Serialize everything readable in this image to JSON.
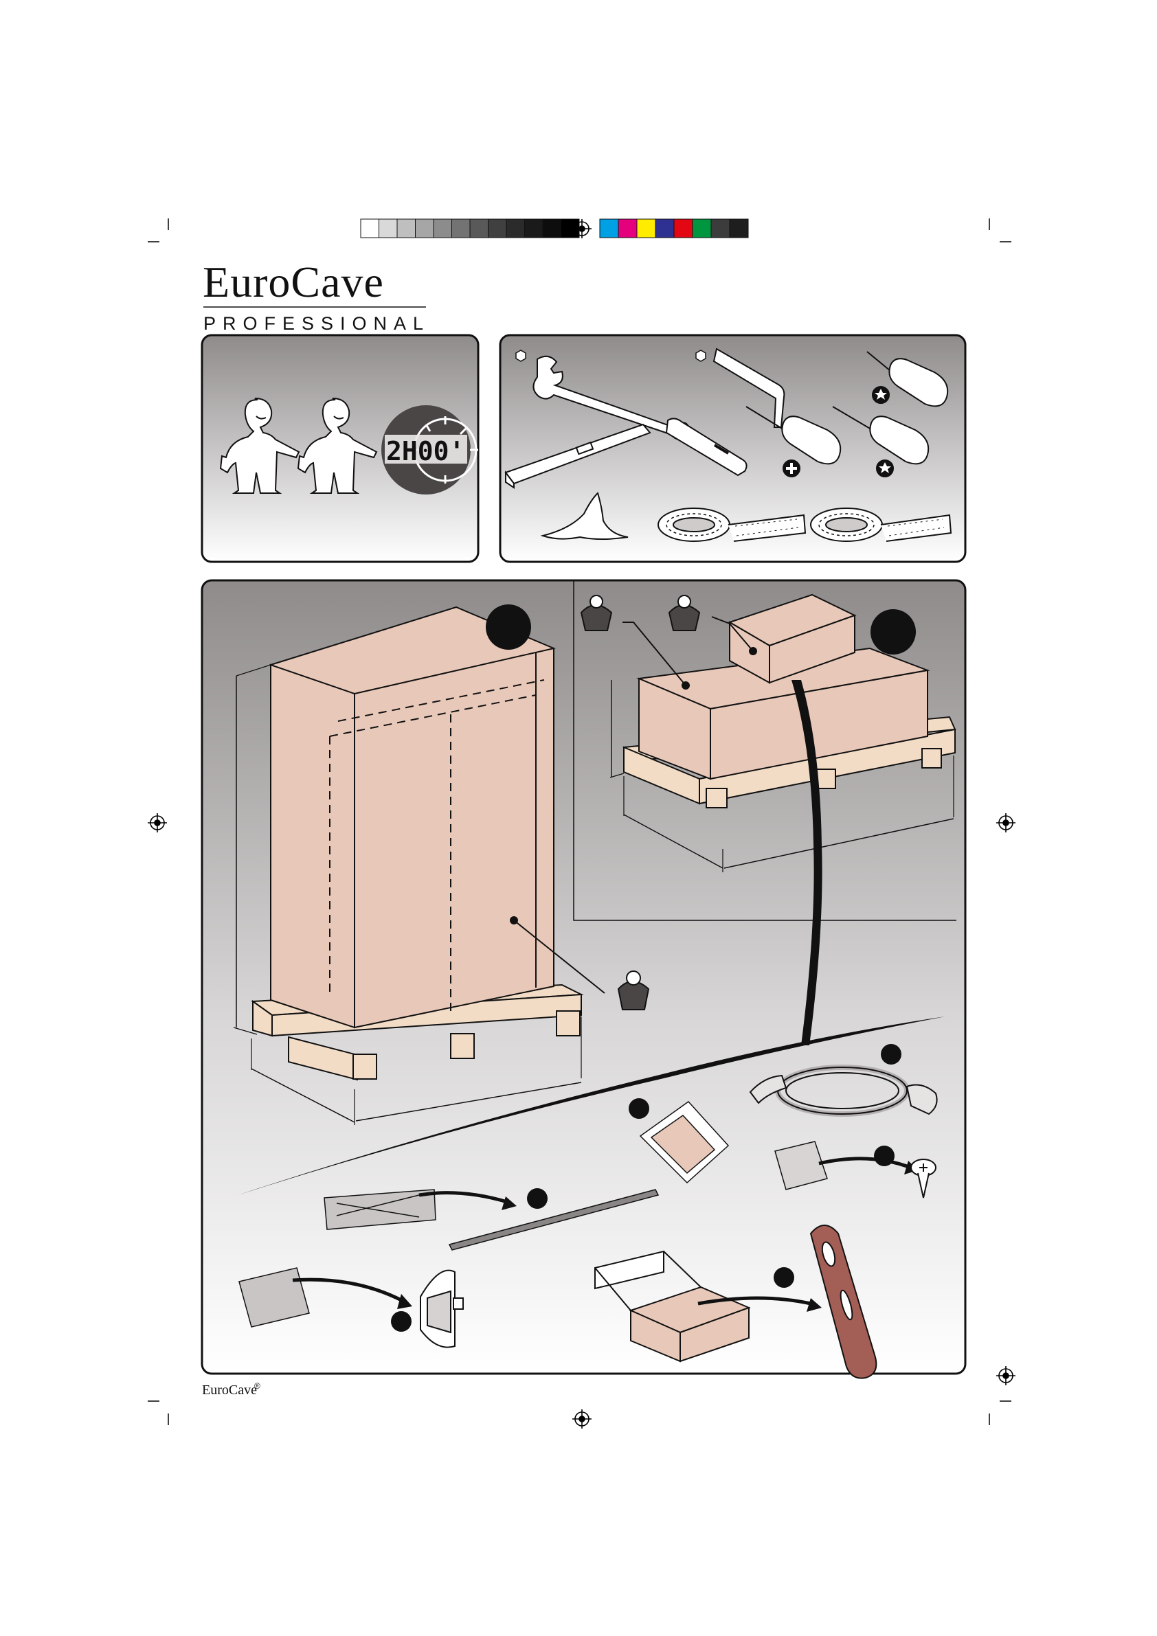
{
  "brand": {
    "logo_text": "EuroCave",
    "sub_text": "PROFESSIONAL",
    "footer_text": "EuroCave",
    "footer_mark": "®"
  },
  "timer": {
    "display": "2H00'"
  },
  "colors": {
    "panel_top": "#8f8b8b",
    "panel_bottom": "#ffffff",
    "box_fill": "#e8c8b8",
    "box_stroke": "#222222",
    "wood": "#f2dcc6",
    "accent_red": "#a35e55"
  },
  "icons": {
    "people": [
      "person-icon",
      "person-icon"
    ],
    "tools": [
      "wrench-icon",
      "hex-key-icon",
      "torx-screwdriver-icon",
      "phillips-screwdriver-icon",
      "torx-screwdriver-icon",
      "spirit-level-icon",
      "utility-knife-icon",
      "cloth-icon",
      "tape-roll-icon",
      "tape-roll-icon"
    ],
    "parts": [
      "weight-pad-icon",
      "power-cord-icon",
      "hardware-bag-icon",
      "screw-icon",
      "rod-icon",
      "hinge-icon",
      "box-icon",
      "eurocave-tool-icon"
    ]
  },
  "color_bars": {
    "grays": [
      "#ffffff",
      "#d9d9d9",
      "#bfbfbf",
      "#a6a6a6",
      "#8c8c8c",
      "#737373",
      "#595959",
      "#404040",
      "#2b2b2b",
      "#1a1a1a",
      "#0d0d0d",
      "#000000"
    ],
    "colors": [
      "#00a0e4",
      "#e5007e",
      "#ffec00",
      "#2e3192",
      "#e30613",
      "#009640",
      "#3c3c3c",
      "#1e1e1e"
    ]
  }
}
